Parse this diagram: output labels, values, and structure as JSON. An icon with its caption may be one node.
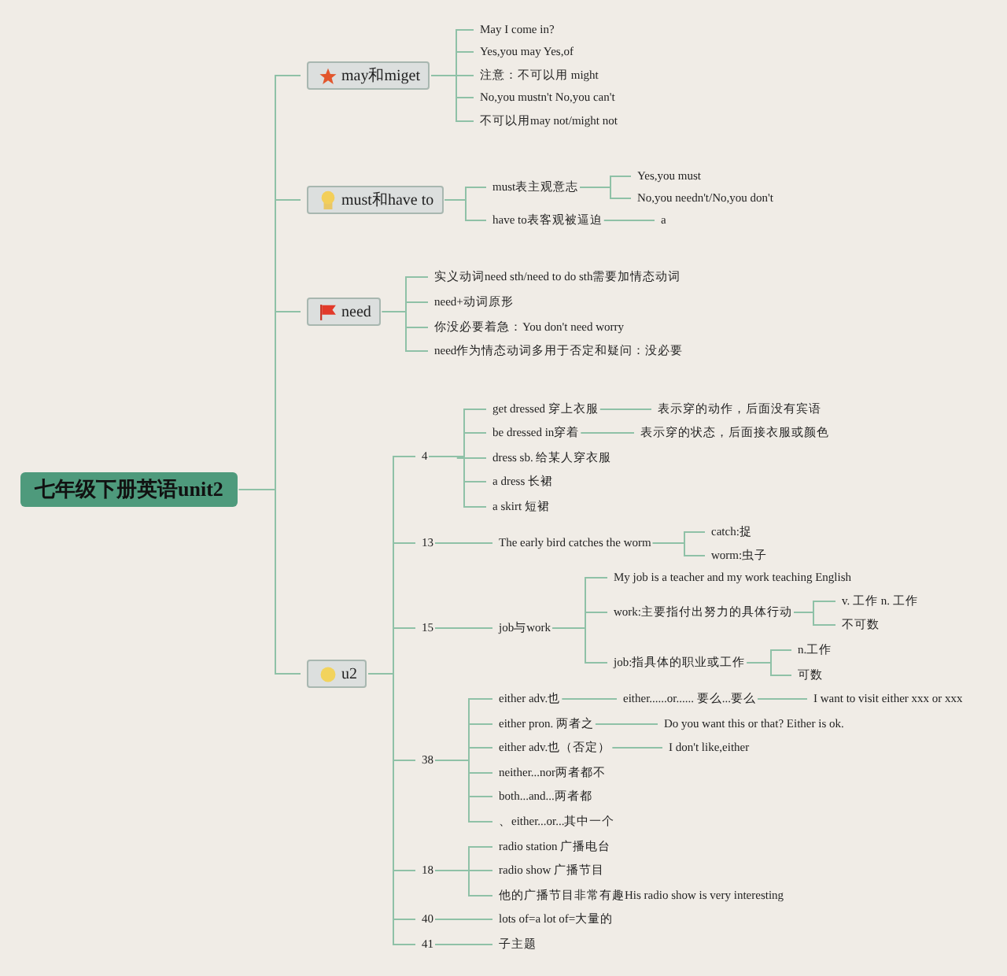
{
  "diagram": {
    "nodes": [
      {
        "text": [
          "七年级下册英语unit2"
        ]
      },
      {
        "text": [
          "may和miget"
        ]
      },
      {
        "text": [
          "May I come in?"
        ]
      },
      {
        "text": [
          "Yes,you may Yes,of"
        ]
      },
      {
        "text": [
          "注意：不可以用 might"
        ]
      },
      {
        "text": [
          "No,you mustn't No,you can't"
        ]
      },
      {
        "text": [
          "不可以用may not/might not"
        ]
      },
      {
        "text": [
          "must和have to"
        ]
      },
      {
        "text": [
          "must表主观意志"
        ]
      },
      {
        "text": [
          "Yes,you must"
        ]
      },
      {
        "text": [
          "No,you needn't/No,you don't"
        ]
      },
      {
        "text": [
          "have to表客观被逼迫"
        ]
      },
      {
        "text": [
          "a"
        ]
      },
      {
        "text": [
          "need"
        ]
      },
      {
        "text": [
          "实义动词need sth/need to do sth需要加情态动词"
        ]
      },
      {
        "text": [
          "need+动词原形"
        ]
      },
      {
        "text": [
          "你没必要着急：You don't need worry"
        ]
      },
      {
        "text": [
          "need作为情态动词多用于否定和疑问：没必要"
        ]
      },
      {
        "text": [
          "u2"
        ]
      },
      {
        "text": [
          "4"
        ]
      },
      {
        "text": [
          "get dressed 穿上衣服"
        ]
      },
      {
        "text": [
          "表示穿的动作，后面没有宾语"
        ]
      },
      {
        "text": [
          "be dressed in穿着"
        ]
      },
      {
        "text": [
          "表示穿的状态，后面接衣服或颜色"
        ]
      },
      {
        "text": [
          "dress sb. 给某人穿衣服"
        ]
      },
      {
        "text": [
          "a dress 长裙"
        ]
      },
      {
        "text": [
          "a skirt 短裙"
        ]
      },
      {
        "text": [
          "13"
        ]
      },
      {
        "text": [
          "The early bird catches the worm"
        ]
      },
      {
        "text": [
          "catch:捉"
        ]
      },
      {
        "text": [
          "worm:虫子"
        ]
      },
      {
        "text": [
          "15"
        ]
      },
      {
        "text": [
          "job与work"
        ]
      },
      {
        "text": [
          "My job is a teacher and my work teaching English"
        ]
      },
      {
        "text": [
          "work:主要指付出努力的具体行动"
        ]
      },
      {
        "text": [
          "v. 工作 n. 工作"
        ]
      },
      {
        "text": [
          "不可数"
        ]
      },
      {
        "text": [
          "job:指具体的职业或工作"
        ]
      },
      {
        "text": [
          "n.工作"
        ]
      },
      {
        "text": [
          "可数"
        ]
      },
      {
        "text": [
          "38"
        ]
      },
      {
        "text": [
          "either adv.也"
        ]
      },
      {
        "text": [
          "either......or...... 要么...要么"
        ]
      },
      {
        "text": [
          "I want to visit either xxx or xxx"
        ]
      },
      {
        "text": [
          "either pron. 两者之"
        ]
      },
      {
        "text": [
          "Do you want this or that? Either is ok."
        ]
      },
      {
        "text": [
          "either adv.也（否定）"
        ]
      },
      {
        "text": [
          "I don't like,either"
        ]
      },
      {
        "text": [
          "neither...nor两者都不"
        ]
      },
      {
        "text": [
          "both...and...两者都"
        ]
      },
      {
        "text": [
          "、either...or...其中一个"
        ]
      },
      {
        "text": [
          "18"
        ]
      },
      {
        "text": [
          "radio station 广播电台"
        ]
      },
      {
        "text": [
          "radio show 广播节目"
        ]
      },
      {
        "text": [
          "他的广播节目非常有趣His radio show is very interesting"
        ]
      },
      {
        "text": [
          "40"
        ]
      },
      {
        "text": [
          "lots of=a lot of=大量的"
        ]
      },
      {
        "text": [
          "41"
        ]
      },
      {
        "text": [
          "子主题"
        ]
      }
    ],
    "edges": [
      {
        "from": 0,
        "to": 1,
        "arrow": "none"
      },
      {
        "from": 1,
        "to": 2,
        "arrow": "none"
      },
      {
        "from": 1,
        "to": 3,
        "arrow": "none"
      },
      {
        "from": 1,
        "to": 4,
        "arrow": "none"
      },
      {
        "from": 1,
        "to": 5,
        "arrow": "none"
      },
      {
        "from": 1,
        "to": 6,
        "arrow": "none"
      },
      {
        "from": 0,
        "to": 7,
        "arrow": "none"
      },
      {
        "from": 7,
        "to": 8,
        "arrow": "none"
      },
      {
        "from": 8,
        "to": 9,
        "arrow": "none"
      },
      {
        "from": 8,
        "to": 10,
        "arrow": "none"
      },
      {
        "from": 7,
        "to": 11,
        "arrow": "none"
      },
      {
        "from": 11,
        "to": 12,
        "arrow": "none"
      },
      {
        "from": 0,
        "to": 13,
        "arrow": "none"
      },
      {
        "from": 13,
        "to": 14,
        "arrow": "none"
      },
      {
        "from": 13,
        "to": 15,
        "arrow": "none"
      },
      {
        "from": 13,
        "to": 16,
        "arrow": "none"
      },
      {
        "from": 13,
        "to": 17,
        "arrow": "none"
      },
      {
        "from": 0,
        "to": 18,
        "arrow": "none"
      },
      {
        "from": 18,
        "to": 19,
        "arrow": "none"
      },
      {
        "from": 19,
        "to": 20,
        "arrow": "none"
      },
      {
        "from": 20,
        "to": 21,
        "arrow": "none"
      },
      {
        "from": 19,
        "to": 22,
        "arrow": "none"
      },
      {
        "from": 22,
        "to": 23,
        "arrow": "none"
      },
      {
        "from": 19,
        "to": 24,
        "arrow": "none"
      },
      {
        "from": 19,
        "to": 25,
        "arrow": "none"
      },
      {
        "from": 19,
        "to": 26,
        "arrow": "none"
      },
      {
        "from": 18,
        "to": 27,
        "arrow": "none"
      },
      {
        "from": 27,
        "to": 28,
        "arrow": "none"
      },
      {
        "from": 28,
        "to": 29,
        "arrow": "none"
      },
      {
        "from": 28,
        "to": 30,
        "arrow": "none"
      },
      {
        "from": 18,
        "to": 31,
        "arrow": "none"
      },
      {
        "from": 31,
        "to": 32,
        "arrow": "none"
      },
      {
        "from": 32,
        "to": 33,
        "arrow": "none"
      },
      {
        "from": 32,
        "to": 34,
        "arrow": "none"
      },
      {
        "from": 34,
        "to": 35,
        "arrow": "none"
      },
      {
        "from": 34,
        "to": 36,
        "arrow": "none"
      },
      {
        "from": 32,
        "to": 37,
        "arrow": "none"
      },
      {
        "from": 37,
        "to": 38,
        "arrow": "none"
      },
      {
        "from": 37,
        "to": 39,
        "arrow": "none"
      },
      {
        "from": 18,
        "to": 40,
        "arrow": "none"
      },
      {
        "from": 40,
        "to": 41,
        "arrow": "none"
      },
      {
        "from": 41,
        "to": 42,
        "arrow": "none"
      },
      {
        "from": 42,
        "to": 43,
        "arrow": "none"
      },
      {
        "from": 40,
        "to": 44,
        "arrow": "none"
      },
      {
        "from": 44,
        "to": 45,
        "arrow": "none"
      },
      {
        "from": 40,
        "to": 46,
        "arrow": "none"
      },
      {
        "from": 46,
        "to": 47,
        "arrow": "none"
      },
      {
        "from": 40,
        "to": 48,
        "arrow": "none"
      },
      {
        "from": 40,
        "to": 49,
        "arrow": "none"
      },
      {
        "from": 40,
        "to": 50,
        "arrow": "none"
      },
      {
        "from": 18,
        "to": 51,
        "arrow": "none"
      },
      {
        "from": 51,
        "to": 52,
        "arrow": "none"
      },
      {
        "from": 51,
        "to": 53,
        "arrow": "none"
      },
      {
        "from": 51,
        "to": 54,
        "arrow": "none"
      },
      {
        "from": 18,
        "to": 55,
        "arrow": "none"
      },
      {
        "from": 55,
        "to": 56,
        "arrow": "none"
      },
      {
        "from": 18,
        "to": 57,
        "arrow": "none"
      },
      {
        "from": 57,
        "to": 58,
        "arrow": "none"
      }
    ]
  }
}
